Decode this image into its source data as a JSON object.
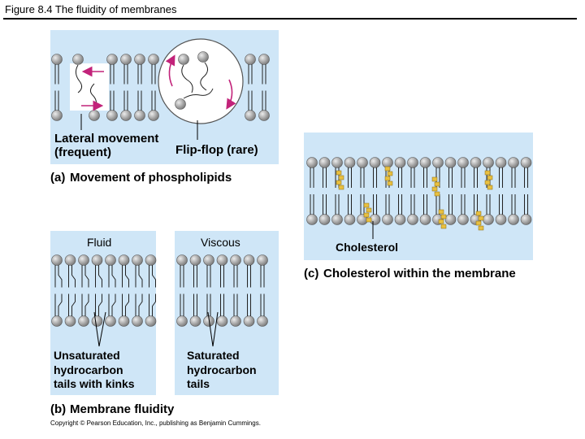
{
  "title": "Figure 8.4 The fluidity of membranes",
  "panel_a": {
    "letter": "(a)",
    "caption": "Movement of phospholipids",
    "lateral_label_1": "Lateral movement",
    "lateral_label_2": "(frequent)",
    "flipflop_label": "Flip-flop (rare)"
  },
  "panel_b": {
    "letter": "(b)",
    "caption": "Membrane fluidity",
    "fluid_heading": "Fluid",
    "viscous_heading": "Viscous",
    "unsat_1": "Unsaturated",
    "unsat_2": "hydrocarbon",
    "unsat_3": "tails with kinks",
    "sat_1": "Saturated",
    "sat_2": "hydrocarbon",
    "sat_3": "tails"
  },
  "panel_c": {
    "letter": "(c)",
    "caption": "Cholesterol within the membrane",
    "cholesterol_label": "Cholesterol"
  },
  "copyright": "Copyright © Pearson Education, Inc., publishing as Benjamin Cummings.",
  "colors": {
    "panel_bg": "#cfe6f7",
    "arrow": "#c2237a",
    "head": "#9a9a9a",
    "cholesterol": "#e8c040"
  }
}
